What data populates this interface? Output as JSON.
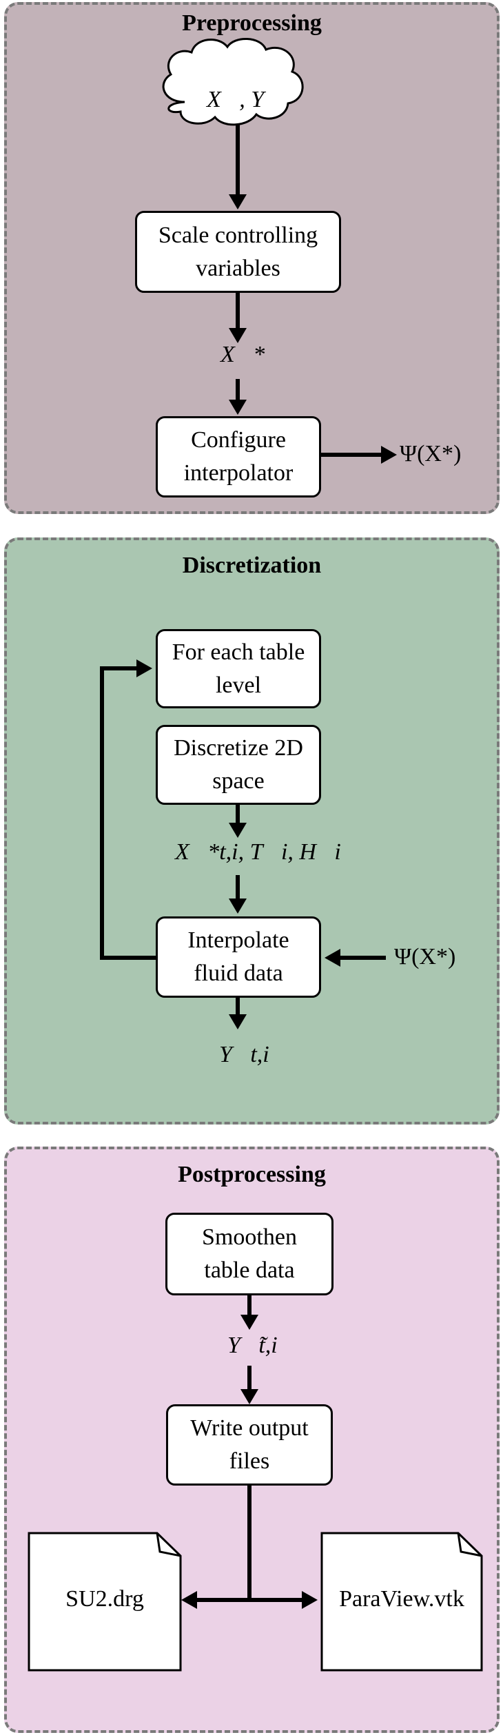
{
  "colors": {
    "preprocessing_bg": "#c2b2b8",
    "discretization_bg": "#aac6b1",
    "postprocessing_bg": "#ebd2e6",
    "border": "#7a7a7a"
  },
  "preprocessing": {
    "title": "Preprocessing",
    "input_cloud": "X⃗, Y⃗",
    "scale_box": {
      "line1": "Scale controlling",
      "line2": "variables"
    },
    "scaled_label": "X⃗*",
    "configure_box": {
      "line1": "Configure",
      "line2": "interpolator"
    },
    "output_label": "Ψ(X*)"
  },
  "discretization": {
    "title": "Discretization",
    "loop_box": {
      "line1": "For each table",
      "line2": "level"
    },
    "discretize_box": {
      "line1": "Discretize 2D",
      "line2": "space"
    },
    "grid_label": "X⃗*t,i, T⃗i, H⃗i",
    "interpolate_box": {
      "line1": "Interpolate",
      "line2": "fluid data"
    },
    "input_label": "Ψ(X*)",
    "output_label": "Y⃗t,i"
  },
  "postprocessing": {
    "title": "Postprocessing",
    "smoothen_box": {
      "line1": "Smoothen",
      "line2": "table data"
    },
    "smoothed_label": "Y⃗̃t,i",
    "write_box": {
      "line1": "Write output",
      "line2": "files"
    },
    "file_su2": "SU2.drg",
    "file_paraview": "ParaView.vtk"
  }
}
